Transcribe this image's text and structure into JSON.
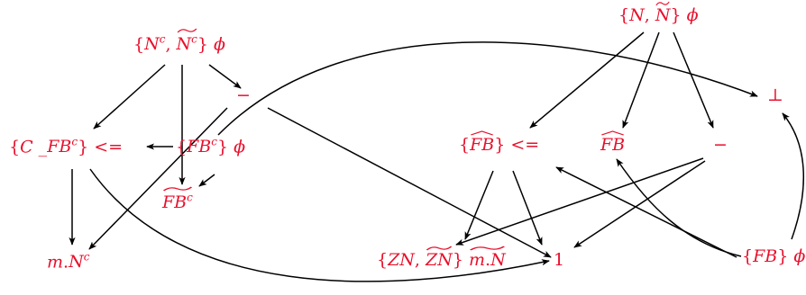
{
  "nodes": [
    {
      "id": "nc_set",
      "text": "{N^c, ~N^c} φ"
    },
    {
      "id": "minus_left",
      "text": "−"
    },
    {
      "id": "c_fbc",
      "text": "{C _FB^c} <="
    },
    {
      "id": "fbc_set",
      "text": "{FB^c} φ"
    },
    {
      "id": "fbc_tilde",
      "text": "~FB^c"
    },
    {
      "id": "m_nc",
      "text": "m.N^c"
    },
    {
      "id": "n_set",
      "text": "{N, ~N} φ"
    },
    {
      "id": "bottom_top",
      "text": "⊥"
    },
    {
      "id": "fb_hat_set",
      "text": "{^FB} <="
    },
    {
      "id": "fb_hat",
      "text": "^FB"
    },
    {
      "id": "minus_right",
      "text": "−"
    },
    {
      "id": "zn_set",
      "text": "{ZN, ~ZN} ~m.N"
    },
    {
      "id": "one",
      "text": "1"
    },
    {
      "id": "fb_set",
      "text": "{FB} φ"
    }
  ],
  "edges": [
    {
      "from": "nc_set",
      "to": "c_fbc"
    },
    {
      "from": "nc_set",
      "to": "fbc_tilde"
    },
    {
      "from": "nc_set",
      "to": "minus_left"
    },
    {
      "from": "fbc_set",
      "to": "c_fbc"
    },
    {
      "from": "fbc_set",
      "to": "fbc_tilde"
    },
    {
      "from": "c_fbc",
      "to": "m_nc"
    },
    {
      "from": "minus_left",
      "to": "m_nc"
    },
    {
      "from": "minus_left",
      "to": "one"
    },
    {
      "from": "c_fbc",
      "to": "one"
    },
    {
      "from": "fbc_set",
      "to": "bottom_top"
    },
    {
      "from": "n_set",
      "to": "fb_hat_set"
    },
    {
      "from": "n_set",
      "to": "fb_hat"
    },
    {
      "from": "n_set",
      "to": "minus_right"
    },
    {
      "from": "fb_hat_set",
      "to": "zn_set"
    },
    {
      "from": "fb_hat_set",
      "to": "one"
    },
    {
      "from": "minus_right",
      "to": "zn_set"
    },
    {
      "from": "minus_right",
      "to": "one"
    },
    {
      "from": "fb_set",
      "to": "fb_hat_set"
    },
    {
      "from": "fb_set",
      "to": "fb_hat"
    },
    {
      "from": "fb_set",
      "to": "bottom_top"
    }
  ]
}
